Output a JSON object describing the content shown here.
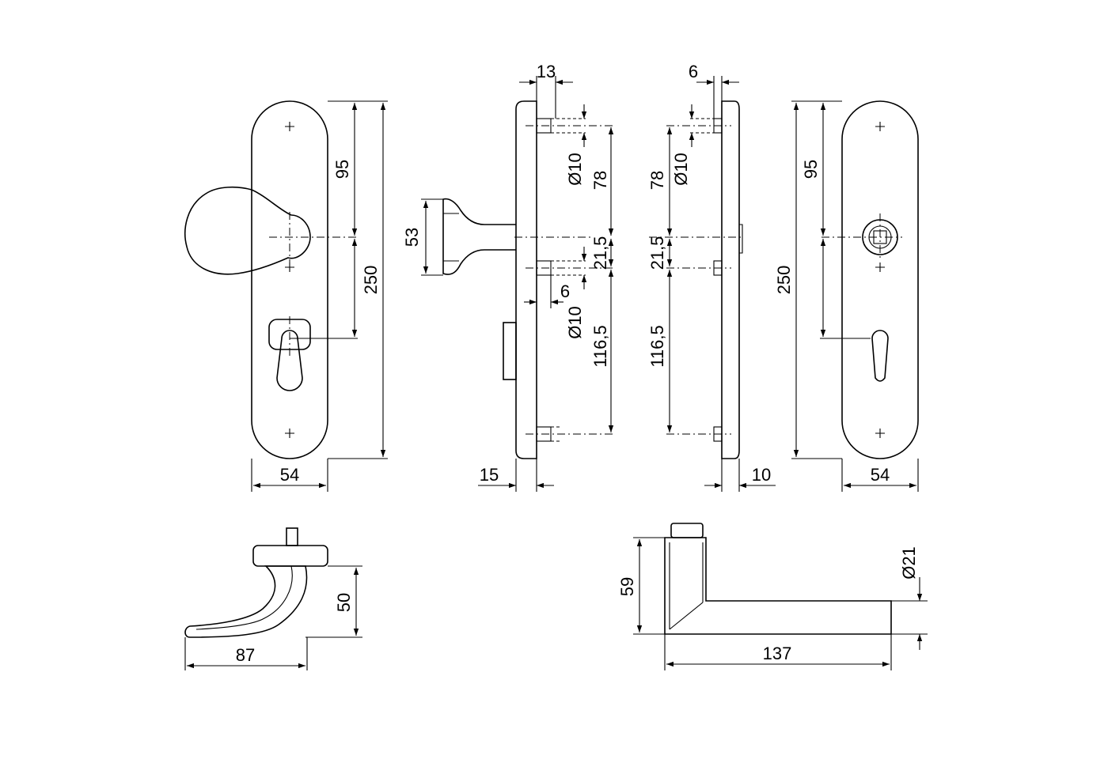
{
  "dimensions": {
    "front_left": {
      "width": "54",
      "upper": "95",
      "total": "250"
    },
    "side_left": {
      "rose_offset": "13",
      "bore1": "Ø10",
      "upper": "78",
      "knob_height": "53",
      "middle": "21,5",
      "screw_offset": "6",
      "bore2": "Ø10",
      "lower": "116,5",
      "plate_thickness": "15"
    },
    "side_right": {
      "rose_offset": "6",
      "bore": "Ø10",
      "upper": "78",
      "middle": "21,5",
      "lower": "116,5",
      "plate_thickness": "10"
    },
    "front_right": {
      "width": "54",
      "upper": "95",
      "total": "250"
    },
    "knob_detail": {
      "height": "50",
      "length": "87"
    },
    "lever_detail": {
      "height": "59",
      "diameter": "Ø21",
      "length": "137"
    }
  }
}
